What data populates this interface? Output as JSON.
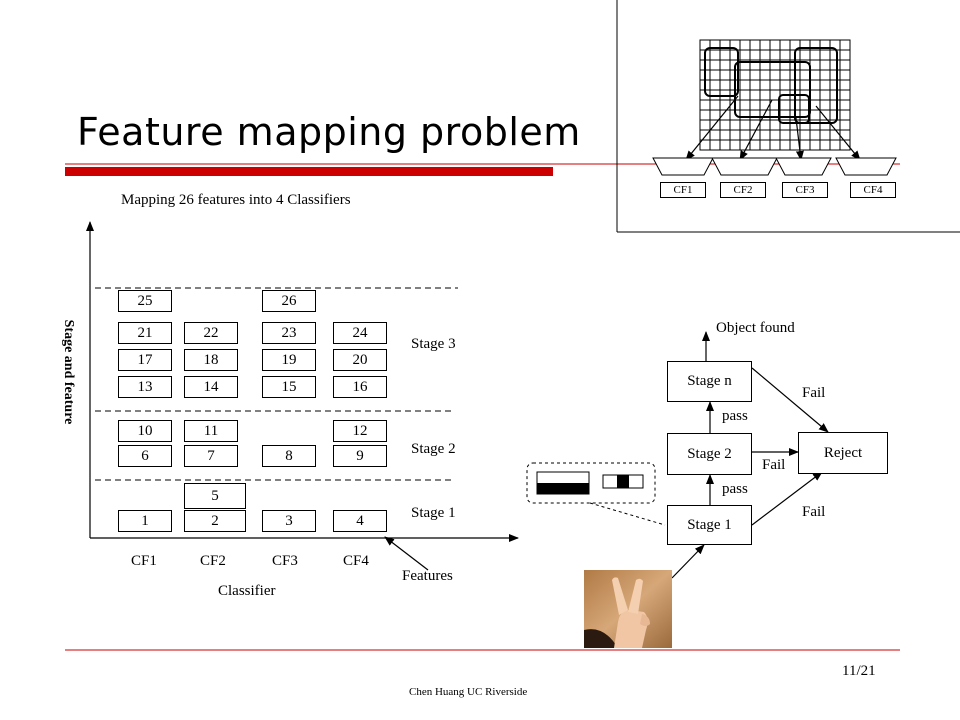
{
  "slide": {
    "title": "Feature mapping problem",
    "subtitle": "Mapping 26 features into 4 Classifiers",
    "footer": "Chen Huang  UC  Riverside",
    "page_number": "11/21",
    "accent_color": "#cc0000"
  },
  "mapping": {
    "y_axis_label": "Stage and feature",
    "x_axis_label": "Classifier",
    "features_label": "Features",
    "classifiers": [
      "CF1",
      "CF2",
      "CF3",
      "CF4"
    ],
    "stages": [
      "Stage 3",
      "Stage 2",
      "Stage 1"
    ],
    "features": {
      "stage3": [
        "25",
        "26",
        "21",
        "22",
        "23",
        "24",
        "17",
        "18",
        "19",
        "20",
        "13",
        "14",
        "15",
        "16"
      ],
      "stage2": [
        "10",
        "11",
        "12",
        "6",
        "7",
        "8",
        "9"
      ],
      "stage1": [
        "5",
        "1",
        "2",
        "3",
        "4"
      ]
    }
  },
  "inset": {
    "classifiers": [
      "CF1",
      "CF2",
      "CF3",
      "CF4"
    ]
  },
  "cascade": {
    "object_found": "Object found",
    "stage_n": "Stage n",
    "stage_2": "Stage 2",
    "stage_1": "Stage 1",
    "reject": "Reject",
    "pass_upper": "pass",
    "pass_lower": "pass",
    "fail_top": "Fail",
    "fail_middle": "Fail",
    "fail_bottom": "Fail"
  }
}
